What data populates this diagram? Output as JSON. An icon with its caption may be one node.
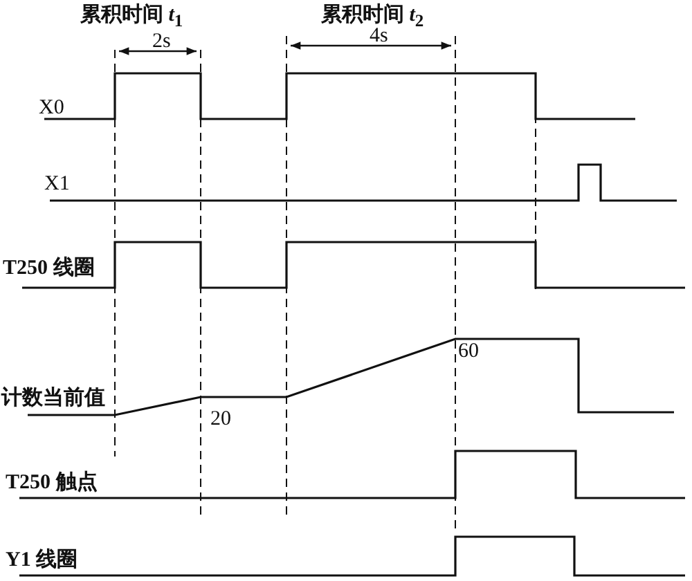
{
  "diagram": {
    "labels": [
      "累积时间 *t*$_{1}$",
      "2s",
      "累积时间 *t*$_{2}$",
      "4s",
      "X0",
      "X1",
      "T250 线圈",
      "计数当前值",
      "20",
      "60",
      "T250 触点",
      "Y1 线圈"
    ]
  }
}
